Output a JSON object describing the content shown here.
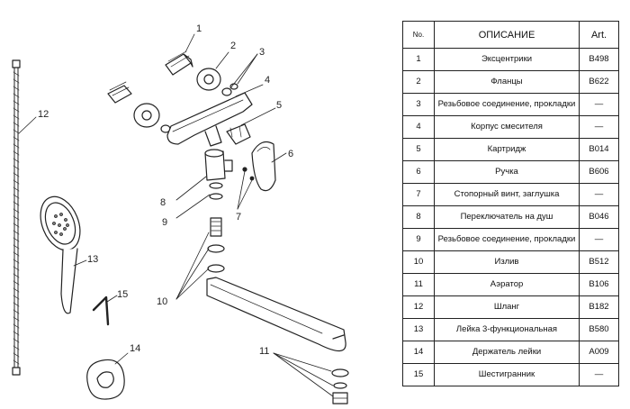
{
  "diagram": {
    "callouts": [
      "1",
      "2",
      "3",
      "4",
      "5",
      "6",
      "7",
      "8",
      "9",
      "10",
      "11",
      "12",
      "13",
      "14",
      "15"
    ]
  },
  "table": {
    "headers": {
      "no": "No.",
      "description": "ОПИСАНИЕ",
      "art": "Art."
    },
    "rows": [
      {
        "no": "1",
        "description": "Эксцентрики",
        "art": "B498"
      },
      {
        "no": "2",
        "description": "Фланцы",
        "art": "B622"
      },
      {
        "no": "3",
        "description": "Резьбовое соединение, прокладки",
        "art": "—"
      },
      {
        "no": "4",
        "description": "Корпус смесителя",
        "art": "—"
      },
      {
        "no": "5",
        "description": "Картридж",
        "art": "B014"
      },
      {
        "no": "6",
        "description": "Ручка",
        "art": "B606"
      },
      {
        "no": "7",
        "description": "Стопорный винт, заглушка",
        "art": "—"
      },
      {
        "no": "8",
        "description": "Переключатель на душ",
        "art": "B046"
      },
      {
        "no": "9",
        "description": "Резьбовое соединение, прокладки",
        "art": "—"
      },
      {
        "no": "10",
        "description": "Излив",
        "art": "B512"
      },
      {
        "no": "11",
        "description": "Аэратор",
        "art": "B106"
      },
      {
        "no": "12",
        "description": "Шланг",
        "art": "B182"
      },
      {
        "no": "13",
        "description": "Лейка 3-функциональная",
        "art": "B580"
      },
      {
        "no": "14",
        "description": "Держатель лейки",
        "art": "A009"
      },
      {
        "no": "15",
        "description": "Шестигранник",
        "art": "—"
      }
    ]
  }
}
